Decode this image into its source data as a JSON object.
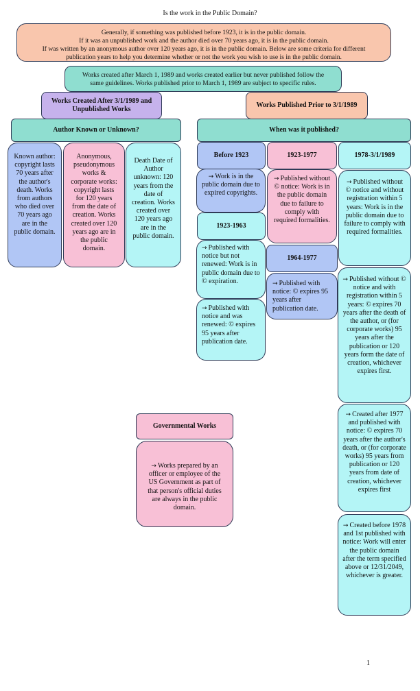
{
  "title": "Is the work in the Public Domain?",
  "intro": {
    "line1": "Generally, if something was published before 1923, it is in the public domain.",
    "line2": "If it was an unpublished work and the author died over 70 years ago, it is in the public domain.",
    "line3": "If was written by an anonymous author over 120 years ago, it is in the public domain. Below are some criteria for different",
    "line4": "publication years to help you determine whether or not the work you wish to use is in the public domain."
  },
  "guideline": {
    "line1": "Works created after March 1, 1989 and works created earlier but never published follow the",
    "line2": "same guidelines.  Works published prior to March 1, 1989 are subject to specific rules."
  },
  "left": {
    "header": "Works Created After 3/1/1989 and Unpublished Works",
    "subheader": "Author Known or Unknown?",
    "known": "Known author: copyright lasts 70 years after the author's death. Works from authors who died over 70 years ago are in the public domain.",
    "anonymous": "Anonymous, pseudonymous works & corporate works: copyright lasts for 120 years from the date of creation. Works created over 120 years ago are in the public domain.",
    "unknown": "Death Date of Author unknown: 120 years from the date of creation. Works created over 120 years ago are in the public domain."
  },
  "right": {
    "header": "Works Published Prior to 3/1/1989",
    "subheader": "When was it published?",
    "col1": {
      "label": "Before 1923",
      "text": "Work is in the public domain due to expired copyrights.",
      "sublabel": "1923-1963",
      "text2": "Published with notice but not renewed: Work is in public domain due to © expiration.",
      "text3": "Published with notice and was renewed: © expires 95 years after publication date."
    },
    "col2": {
      "label": "1923-1977",
      "text": "Published without © notice: Work is in the public domain due to failure to comply with required formalities.",
      "sublabel": "1964-1977",
      "text2": "Published with notice: © expires 95 years after publication date."
    },
    "col3": {
      "label": "1978-3/1/1989",
      "text1": "Published without © notice and without registration within 5 years: Work is in the public domain due to failure to comply with required formalities.",
      "text2": "Published without © notice and with registration within 5 years: © expires 70 years after the death of the author, or (for corporate works) 95 years after the publication or 120 years form the date of creation, whichever expires first.",
      "text3": "Created after 1977 and published with notice: © expires 70 years after the author's death, or (for corporate works) 95 years from publication or 120 years from date of creation, whichever expires first",
      "text4": "Created before 1978 and 1st published with notice:  Work will enter the public domain after the term specified above or 12/31/2049, whichever is greater."
    }
  },
  "government": {
    "header": "Governmental Works",
    "text": "Works prepared by an officer or employee of the US Government as part of that person's official duties are always in the public domain."
  },
  "page_number": "1",
  "icons": {
    "arrow": "arrow-right-icon"
  },
  "colors": {
    "orange": "#f9c6ad",
    "teal": "#8fded0",
    "purple": "#c6b2ec",
    "blue": "#b1c6f5",
    "pink": "#f8c0d6",
    "cyan": "#b4f5f6"
  }
}
